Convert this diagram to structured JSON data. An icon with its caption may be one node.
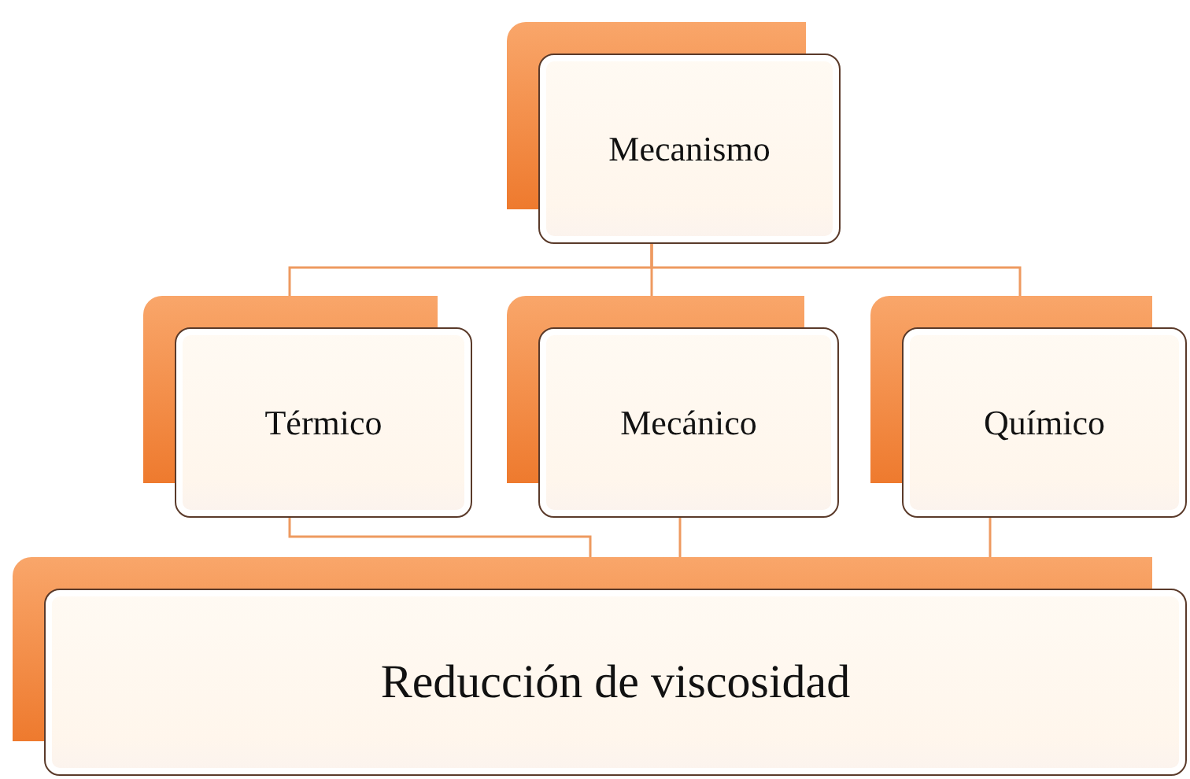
{
  "diagram": {
    "nodes": [
      {
        "text": [
          "Mecanismo"
        ]
      },
      {
        "text": [
          "Térmico"
        ]
      },
      {
        "text": [
          "Mecánico"
        ]
      },
      {
        "text": [
          "Químico"
        ]
      },
      {
        "text": [
          "Reducción de viscosidad"
        ]
      }
    ],
    "edges": [
      {
        "from": 0,
        "to": 1,
        "arrow": "none"
      },
      {
        "from": 0,
        "to": 2,
        "arrow": "none"
      },
      {
        "from": 0,
        "to": 3,
        "arrow": "none"
      },
      {
        "from": 1,
        "to": 4,
        "arrow": "none"
      },
      {
        "from": 2,
        "to": 4,
        "arrow": "none"
      },
      {
        "from": 3,
        "to": 4,
        "arrow": "none"
      }
    ]
  }
}
